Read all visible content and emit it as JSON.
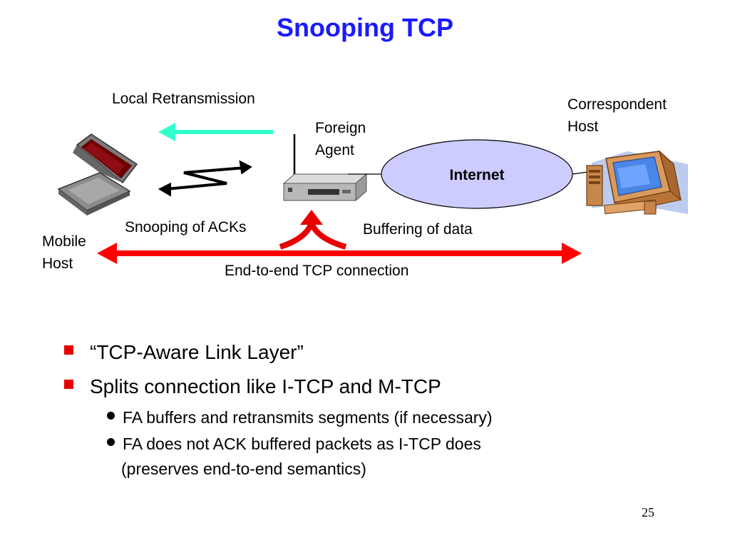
{
  "title": "Snooping TCP",
  "diagram": {
    "local_retransmission": "Local Retransmission",
    "foreign_agent": [
      "Foreign",
      "Agent"
    ],
    "correspondent_host": [
      "Correspondent",
      "Host"
    ],
    "internet": "Internet",
    "snooping_acks": "Snooping of ACKs",
    "buffering": "Buffering of data",
    "mobile_host": [
      "Mobile",
      "Host"
    ],
    "end_to_end": "End-to-end TCP connection",
    "colors": {
      "retransmit_arrow": "#33ffcc",
      "connection_arrow": "#ff0000",
      "internet_fill": "#ccccff"
    }
  },
  "bullets": [
    {
      "text": "“TCP-Aware Link Layer”",
      "sub": []
    },
    {
      "text": "Splits connection like I-TCP and M-TCP",
      "sub": [
        "FA buffers and retransmits segments (if necessary)",
        "FA does not ACK buffered packets as I-TCP does",
        "(preserves end-to-end semantics)"
      ]
    }
  ],
  "page_number": "25"
}
